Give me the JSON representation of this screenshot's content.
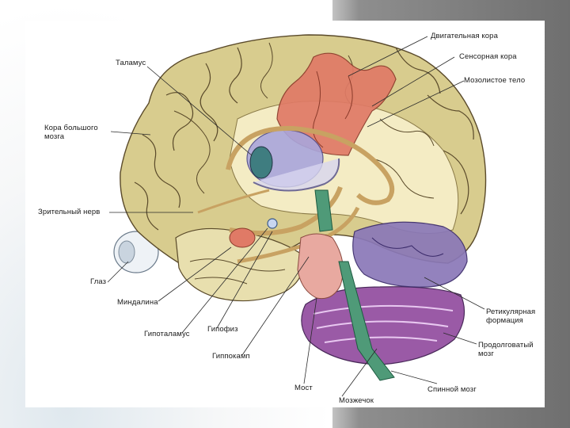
{
  "labels": {
    "motor_cortex": "Двигательная кора",
    "sensory_cortex": "Сенсорная кора",
    "corpus_callosum": "Мозолистое тело",
    "thalamus": "Таламус",
    "cerebral_cortex": "Кора большого\nмозга",
    "optic_nerve": "Зрительный нерв",
    "eye": "Глаз",
    "amygdala": "Миндалина",
    "hypothalamus": "Гипоталамус",
    "pituitary": "Гипофиз",
    "hippocampus": "Гиппокамп",
    "pons": "Мост",
    "cerebellum": "Мозжечок",
    "spinal_cord": "Спинной мозг",
    "reticular_formation": "Ретикулярная\nформация",
    "medulla": "Продолговатый\nмозг"
  },
  "colors": {
    "cortex": "#d8cc8e",
    "cortex_white": "#f4ecc4",
    "motor_sensory": "#e07a66",
    "thalamus": "#8c88c8",
    "fornix": "#c8a262",
    "cerebellum": "#9a5aa6",
    "brainstem": "#4f9a78",
    "reticular": "#8a78b8",
    "gyrus_line": "#5a4a2a"
  }
}
